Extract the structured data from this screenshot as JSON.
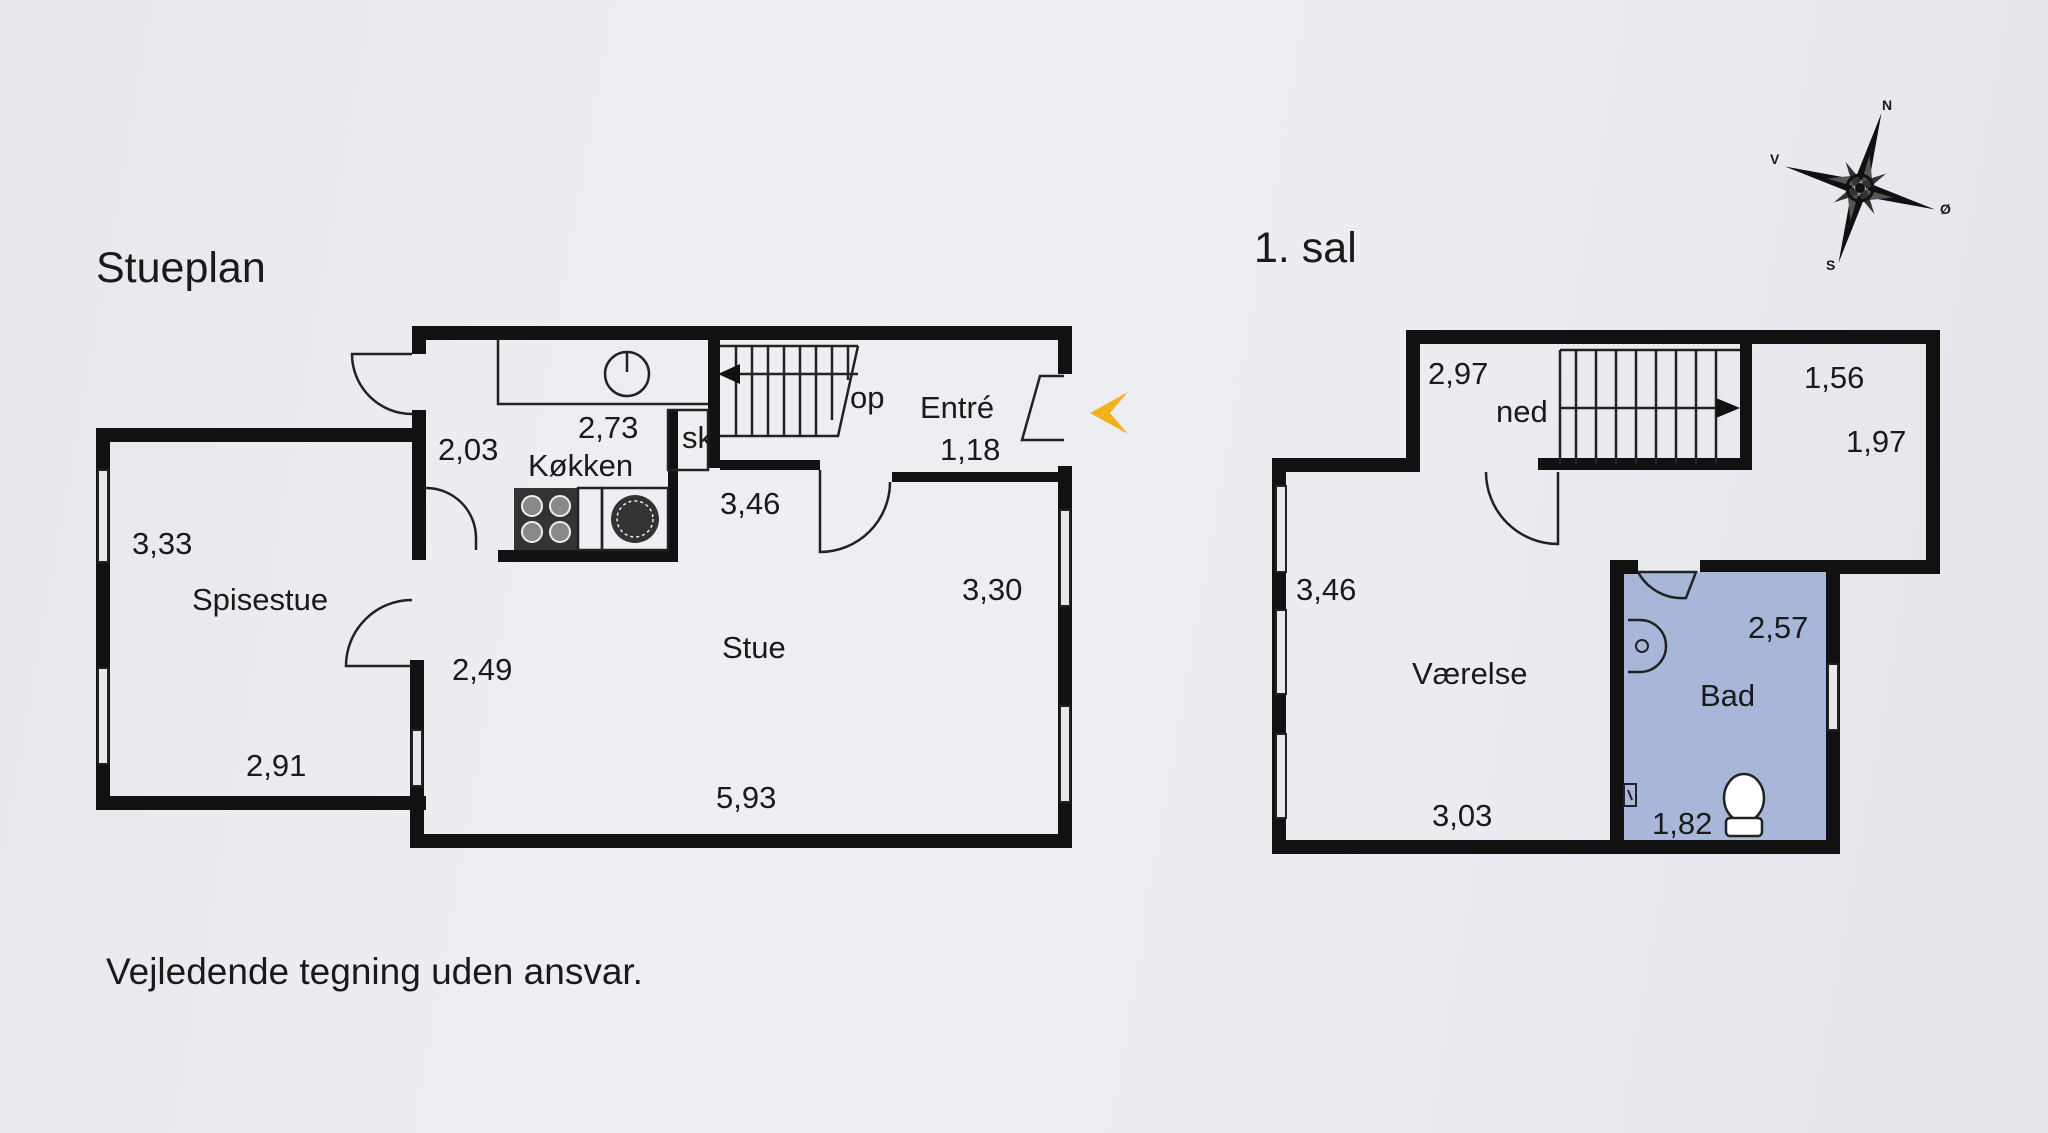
{
  "ground_floor": {
    "title": "Stueplan",
    "rooms": {
      "spisestue": "Spisestue",
      "koekken": "Køkken",
      "stue": "Stue",
      "entre": "Entré",
      "sk": "sk",
      "op": "op"
    },
    "dimensions": {
      "spisestue_height": "3,33",
      "spisestue_width": "2,91",
      "kitchen_side": "2,03",
      "kitchen_width": "2,73",
      "entre_depth": "1,18",
      "stue_top": "3,46",
      "stue_right": "3,30",
      "stue_left": "2,49",
      "stue_bottom": "5,93"
    }
  },
  "first_floor": {
    "title": "1. sal",
    "rooms": {
      "ned": "ned",
      "vaerelse": "Værelse",
      "bad": "Bad"
    },
    "dimensions": {
      "stair_left": "2,97",
      "top_right_width": "1,56",
      "top_right_height": "1,97",
      "vaerelse_left": "3,46",
      "vaerelse_bottom": "3,03",
      "bad_height": "2,57",
      "bad_width": "1,82"
    }
  },
  "compass": {
    "n": "N",
    "s": "S",
    "v": "V",
    "o": "Ø"
  },
  "disclaimer": "Vejledende tegning uden ansvar.",
  "colors": {
    "bath_fill": "#a8b7d9",
    "entry_arrow": "#f0b31c",
    "walls": "#111111"
  }
}
